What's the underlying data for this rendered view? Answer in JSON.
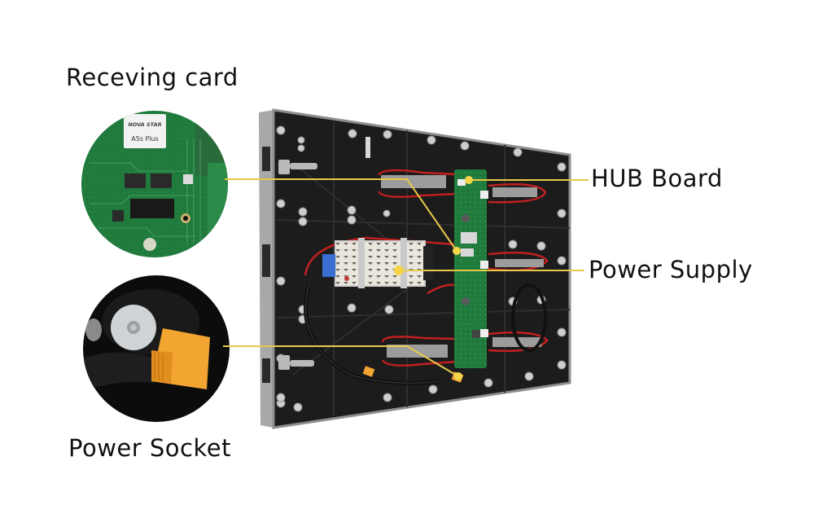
{
  "labels": {
    "receiving_card": "Receving card",
    "hub_board": "HUB Board",
    "power_supply": "Power Supply",
    "power_socket": "Power Socket"
  },
  "receiving_card_sticker": {
    "brand": "NOVA STAR",
    "model": "A5s Plus"
  },
  "colors": {
    "callout_line": "#e8c94a",
    "pcb_green": "#1f7a3c",
    "panel_body": "#1c1c1c",
    "panel_frame": "#9a9a9a",
    "connector_orange": "#f2a531"
  }
}
